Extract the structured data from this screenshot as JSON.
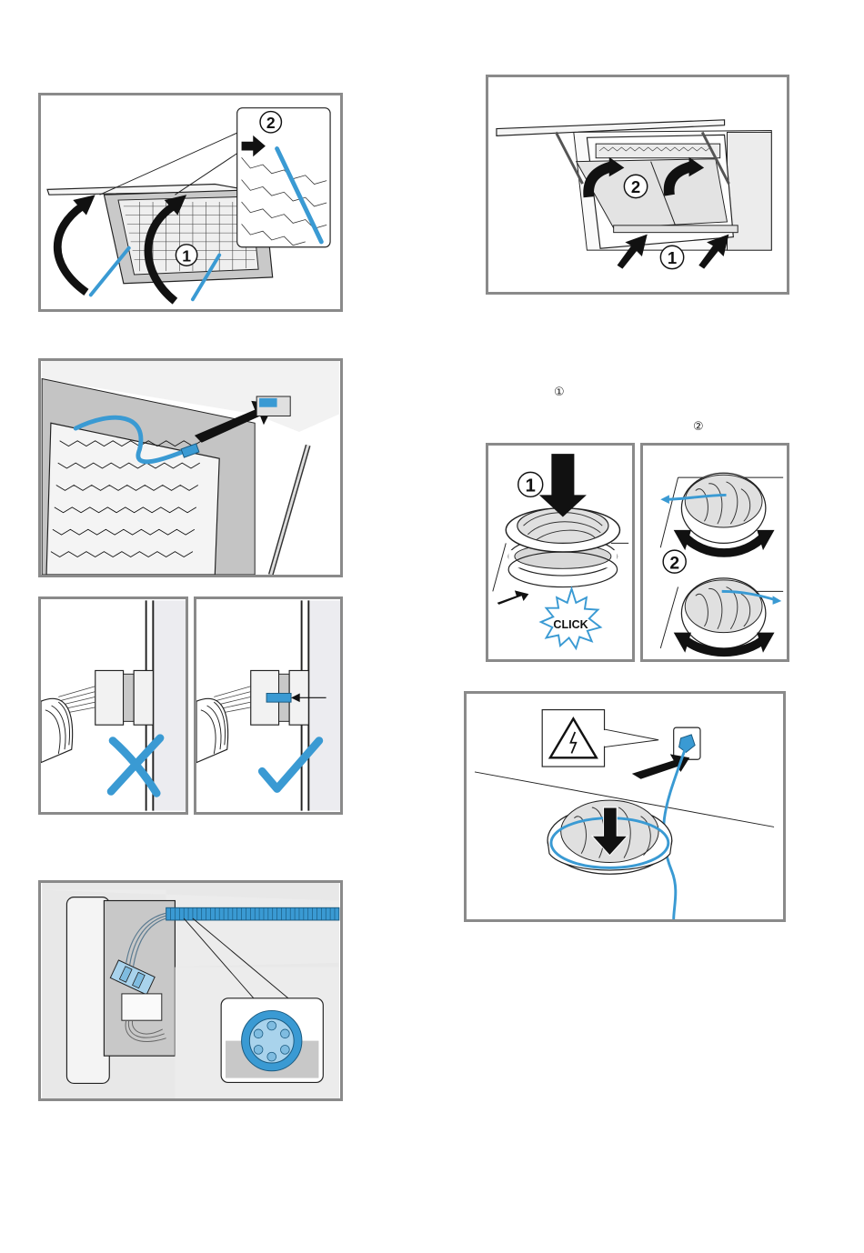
{
  "page": {
    "colors": {
      "frame": "#8a8a8a",
      "accent_blue": "#3a9ad3",
      "light_blue": "#a9d3ec",
      "arrow_black": "#111111",
      "panel_gray": "#c8c8c8",
      "light_gray": "#ececec"
    }
  },
  "left_column": {
    "figures": [
      {
        "id": "fig-open-panel-struts",
        "description": "Raising the hood panel and attaching gas struts",
        "step_labels": [
          "1",
          "2"
        ],
        "icons": [
          "curved-arrow-icon",
          "push-arrow-icon",
          "gas-strut-icon",
          "grease-filter-icon"
        ]
      },
      {
        "id": "fig-connect-cable",
        "description": "Plugging the blue cable into the connector",
        "icons": [
          "cable-icon",
          "push-arrow-icon",
          "grease-filter-icon"
        ]
      },
      {
        "id": "fig-connector-wrong",
        "description": "Connector not locked",
        "icons": [
          "cross-icon",
          "connector-icon"
        ]
      },
      {
        "id": "fig-connector-correct",
        "description": "Connector locked with blue clip",
        "icons": [
          "checkmark-icon",
          "connector-icon",
          "pointer-arrow-icon"
        ]
      },
      {
        "id": "fig-cable-harness",
        "description": "Cable harness and connector detail",
        "icons": [
          "cable-harness-icon",
          "connector-detail-icon"
        ]
      }
    ]
  },
  "right_column": {
    "figures": [
      {
        "id": "fig-insert-filters",
        "description": "Inserting filters into the hood",
        "step_labels": [
          "2",
          "1"
        ],
        "icons": [
          "push-arrow-icon",
          "curved-arrow-icon",
          "filter-icon"
        ]
      },
      {
        "id": "fig-filter-click",
        "description": "Pressing the filter until it clicks",
        "step_labels": [
          "1"
        ],
        "click_label": "CLICK",
        "icons": [
          "down-arrow-icon",
          "click-burst-icon"
        ]
      },
      {
        "id": "fig-filter-rotate",
        "description": "Rotating the filter into position",
        "step_labels": [
          "2"
        ],
        "icons": [
          "rotate-arrow-icon",
          "airflow-arrow-icon"
        ]
      },
      {
        "id": "fig-plug-in",
        "description": "Plug in the mains plug",
        "icons": [
          "electric-hazard-icon",
          "socket-icon",
          "push-arrow-icon",
          "down-arrow-icon"
        ]
      }
    ],
    "text_markers": [
      "①",
      "②"
    ]
  },
  "labels": {
    "step1": "1",
    "step2": "2",
    "click": "CLICK"
  }
}
